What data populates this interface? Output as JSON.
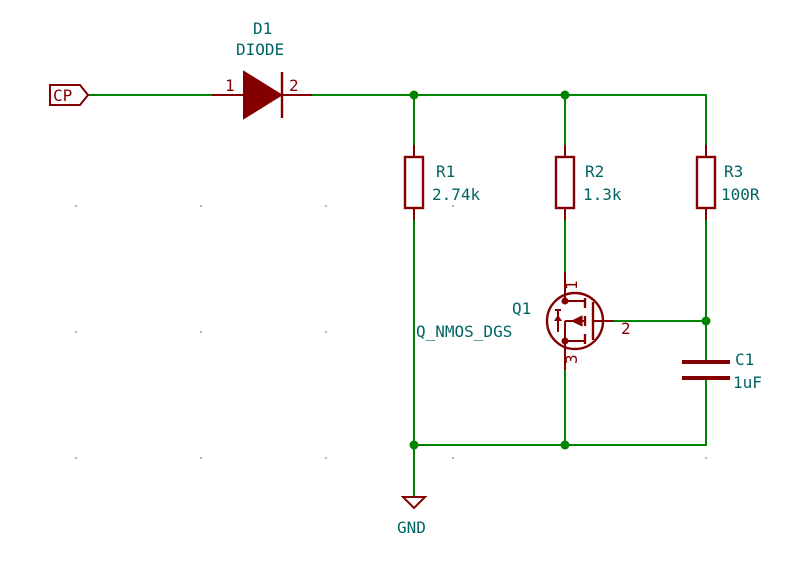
{
  "port": {
    "label": "CP"
  },
  "diode": {
    "ref": "D1",
    "value": "DIODE",
    "pin1": "1",
    "pin2": "2"
  },
  "r1": {
    "ref": "R1",
    "value": "2.74k"
  },
  "r2": {
    "ref": "R2",
    "value": "1.3k"
  },
  "r3": {
    "ref": "R3",
    "value": "100R"
  },
  "q1": {
    "ref": "Q1",
    "value": "Q_NMOS_DGS",
    "pin1": "1",
    "pin2": "2",
    "pin3": "3"
  },
  "c1": {
    "ref": "C1",
    "value": "1uF"
  },
  "gnd": {
    "label": "GND"
  },
  "colors": {
    "wire": "#008400",
    "component": "#840000",
    "text": "#006464"
  }
}
